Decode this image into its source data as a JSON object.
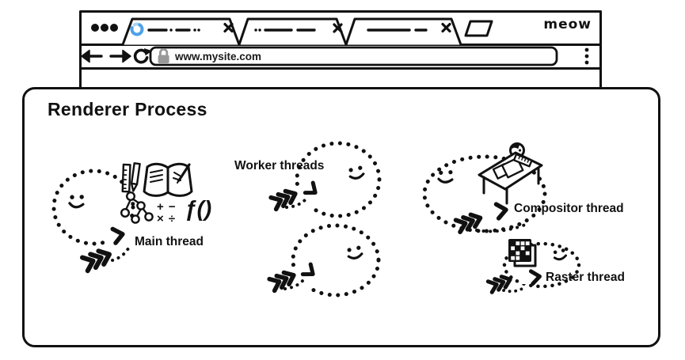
{
  "browser": {
    "brand": "meow",
    "tab_strip": {
      "traffic_lights_icon": "window-dots-icon",
      "active_tab_spinner_icon": "loading-spinner-icon",
      "close_icon": "close-icon",
      "new_tab_icon": "new-tab-icon"
    },
    "nav": {
      "back_icon": "back-arrow-icon",
      "forward_icon": "forward-arrow-icon",
      "reload_icon": "reload-icon",
      "menu_icon": "kebab-menu-icon"
    },
    "address": {
      "lock_icon": "lock-icon",
      "url": "www.mysite.com"
    }
  },
  "renderer": {
    "title": "Renderer Process",
    "main_thread": {
      "label": "Main thread",
      "icons": [
        "ruler-pencil-icon",
        "book-icon",
        "dom-tree-icon",
        "math-icon",
        "function-icon"
      ],
      "math_row1": "+ −",
      "math_row2": "× ÷",
      "function_symbol": "ƒ()"
    },
    "worker_threads": {
      "label": "Worker threads",
      "loop_count": 2
    },
    "compositor_thread": {
      "label": "Compositor thread",
      "icon": "drafting-desk-icon"
    },
    "raster_thread": {
      "label": "Raster thread",
      "icon": "raster-tiles-icon"
    }
  },
  "colors": {
    "ink": "#111111",
    "spinner_blue": "#4FA2E8",
    "spinner_blue_light": "#A9D4F2",
    "lock_gray": "#999999"
  }
}
